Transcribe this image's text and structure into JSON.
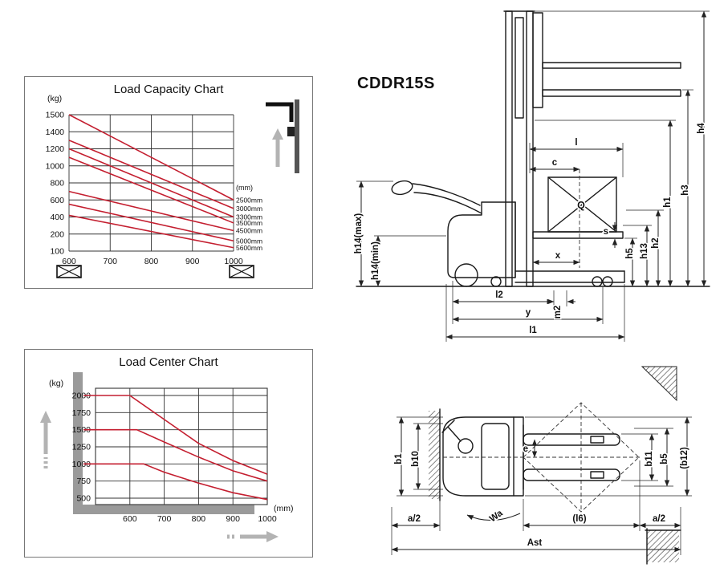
{
  "model_label": "CDDR15S",
  "chart_data": [
    {
      "id": "load-capacity",
      "type": "line",
      "title": "Load Capacity Chart",
      "ylabel": "(kg)",
      "legend_title": "(mm)",
      "legend_position": "right",
      "grid": true,
      "x_ticks": [
        600,
        700,
        800,
        900,
        1000
      ],
      "y_ticks": [
        1500,
        1400,
        1200,
        1000,
        800,
        600,
        400,
        200,
        100
      ],
      "y_scale_note": "tick labels evenly spaced",
      "line_color": "#c41f30",
      "series": [
        {
          "name": "2500mm",
          "x": [
            600,
            1000
          ],
          "y": [
            1500,
            600
          ]
        },
        {
          "name": "3000mm",
          "x": [
            600,
            1000
          ],
          "y": [
            1300,
            500
          ]
        },
        {
          "name": "3300mm",
          "x": [
            600,
            1000
          ],
          "y": [
            1200,
            400
          ]
        },
        {
          "name": "3500mm",
          "x": [
            600,
            1000
          ],
          "y": [
            1100,
            330
          ]
        },
        {
          "name": "4500mm",
          "x": [
            600,
            1000
          ],
          "y": [
            700,
            240
          ]
        },
        {
          "name": "5000mm",
          "x": [
            600,
            1000
          ],
          "y": [
            550,
            160
          ]
        },
        {
          "name": "5600mm",
          "x": [
            600,
            1000
          ],
          "y": [
            420,
            120
          ]
        }
      ]
    },
    {
      "id": "load-center",
      "type": "line",
      "title": "Load Center Chart",
      "ylabel": "(kg)",
      "xlabel": "(mm)",
      "grid": true,
      "x_ticks": [
        600,
        700,
        800,
        900,
        1000
      ],
      "y_ticks": [
        2000,
        1750,
        1500,
        1250,
        1000,
        750,
        500
      ],
      "xlim": [
        500,
        1000
      ],
      "line_color": "#c41f30",
      "series": [
        {
          "name": "upper",
          "x": [
            465,
            600,
            700,
            800,
            900,
            1000
          ],
          "y": [
            2000,
            2000,
            1650,
            1300,
            1050,
            850
          ]
        },
        {
          "name": "middle",
          "x": [
            465,
            620,
            700,
            800,
            900,
            1000
          ],
          "y": [
            1500,
            1500,
            1320,
            1100,
            900,
            750
          ]
        },
        {
          "name": "lower",
          "x": [
            465,
            640,
            700,
            800,
            900,
            1000
          ],
          "y": [
            1000,
            1000,
            880,
            720,
            580,
            480
          ]
        }
      ]
    }
  ],
  "side_view": {
    "q": "Q",
    "l": "l",
    "c": "c",
    "x": "x",
    "s": "s",
    "h1": "h1",
    "h2": "h2",
    "h3": "h3",
    "h4": "h4",
    "h5": "h5",
    "h13": "h13",
    "h14max": "h14(max)",
    "h14min": "h14(min)",
    "l1": "l1",
    "l2": "l2",
    "y": "y",
    "m2": "m2"
  },
  "top_view": {
    "b1": "b1",
    "b10": "b10",
    "b11": "b11",
    "b5": "b5",
    "b12": "(b12)",
    "e": "e",
    "wa": "Wa",
    "a2_left": "a/2",
    "a2_right": "a/2",
    "l6": "(l6)",
    "ast": "Ast"
  }
}
